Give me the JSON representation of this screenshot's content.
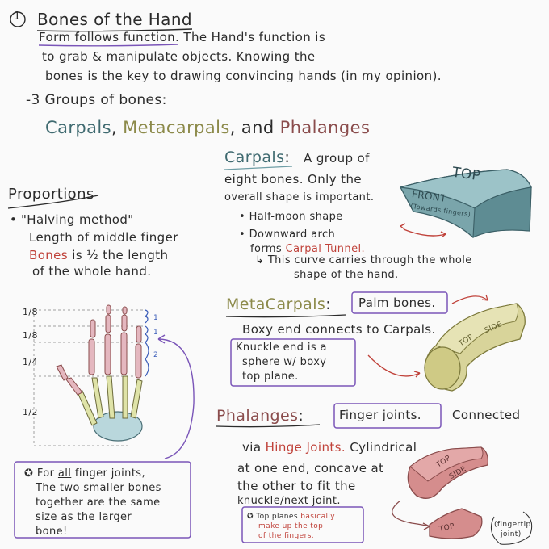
{
  "header": {
    "section_number": "1",
    "title": "Bones of the Hand",
    "intro_lead": "Form follows function.",
    "intro_rest_1": "The Hand's function is",
    "intro_line_2": "to grab & manipulate objects. Knowing the",
    "intro_line_3": "bones is the key to drawing convincing hands (in my opinion).",
    "groups_line": "-3 Groups of bones:",
    "group_carpals": "Carpals",
    "group_comma": ",",
    "group_metacarpals": "Metacarpals",
    "group_comma2": ",",
    "group_and": "and",
    "group_phalanges": "Phalanges"
  },
  "proportions": {
    "title": "Proportions",
    "bullet": "•",
    "line_1": "\"Halving method\"",
    "line_2": "Length of middle finger",
    "line_3_red": "Bones",
    "line_3_rest": "is ½ the length",
    "line_4": "of the whole hand.",
    "ratios": [
      "1/8",
      "1/8",
      "1/4",
      "1/2"
    ],
    "bracket_labels": [
      "1",
      "1",
      "2"
    ]
  },
  "carpals": {
    "title": "Carpals",
    "colon": ":",
    "line_1": "A group of",
    "line_2": "eight bones. Only the",
    "line_3": "overall shape is important.",
    "bullet_1": "• Half-moon shape",
    "bullet_2": "• Downward arch",
    "bullet_2b_lead": "forms",
    "bullet_2b_red": "Carpal Tunnel.",
    "arrow_note_1": "↳ This curve carries through the whole",
    "arrow_note_2": "shape of the hand.",
    "block_top": "TOP",
    "block_front": "FRONT",
    "block_front_sub": "(Towards fingers)"
  },
  "metacarpals": {
    "title": "MetaCarpals",
    "colon": ":",
    "boxed": "Palm bones.",
    "line_1": "Boxy end connects to Carpals.",
    "box_line_1": "Knuckle end is a",
    "box_line_2": "sphere w/ boxy",
    "box_line_3": "top plane.",
    "bone_top": "TOP",
    "bone_side": "SIDE"
  },
  "phalanges": {
    "title": "Phalanges",
    "colon": ":",
    "boxed": "Finger joints.",
    "after_box": "Connected",
    "line_1_lead": "via",
    "line_1_red": "Hinge Joints.",
    "line_1_rest": "Cylindrical",
    "line_2": "at one end, concave at",
    "line_3": "the other to fit the",
    "line_4": "knuckle/next joint.",
    "note_star": "✪",
    "note_lead": "Top planes",
    "note_red": "basically",
    "note_line_2": "make up the top",
    "note_line_3": "of the fingers.",
    "bone_top": "TOP",
    "bone_side": "SIDE",
    "tip_top": "TOP",
    "fingertip_1": "(fingertip",
    "fingertip_2": "joint)"
  },
  "finger_note": {
    "star": "✪",
    "line_1_lead": "For",
    "line_1_under": "all",
    "line_1_rest": "finger joints,",
    "line_2": "The two smaller bones",
    "line_3": "together are the same",
    "line_4": "size as the larger",
    "line_5": "bone!"
  },
  "colors": {
    "purple_box": "#7a55b8",
    "red_text": "#c0423a",
    "carpal_block": "#6f9ea6",
    "metacarpal_bone": "#d8d49a",
    "phalange_bone": "#d58d8d",
    "finger_bones_pink": "#e4b7bf",
    "metacarpal_green": "#dfe3a8",
    "carpal_blue": "#b9d7dc"
  }
}
